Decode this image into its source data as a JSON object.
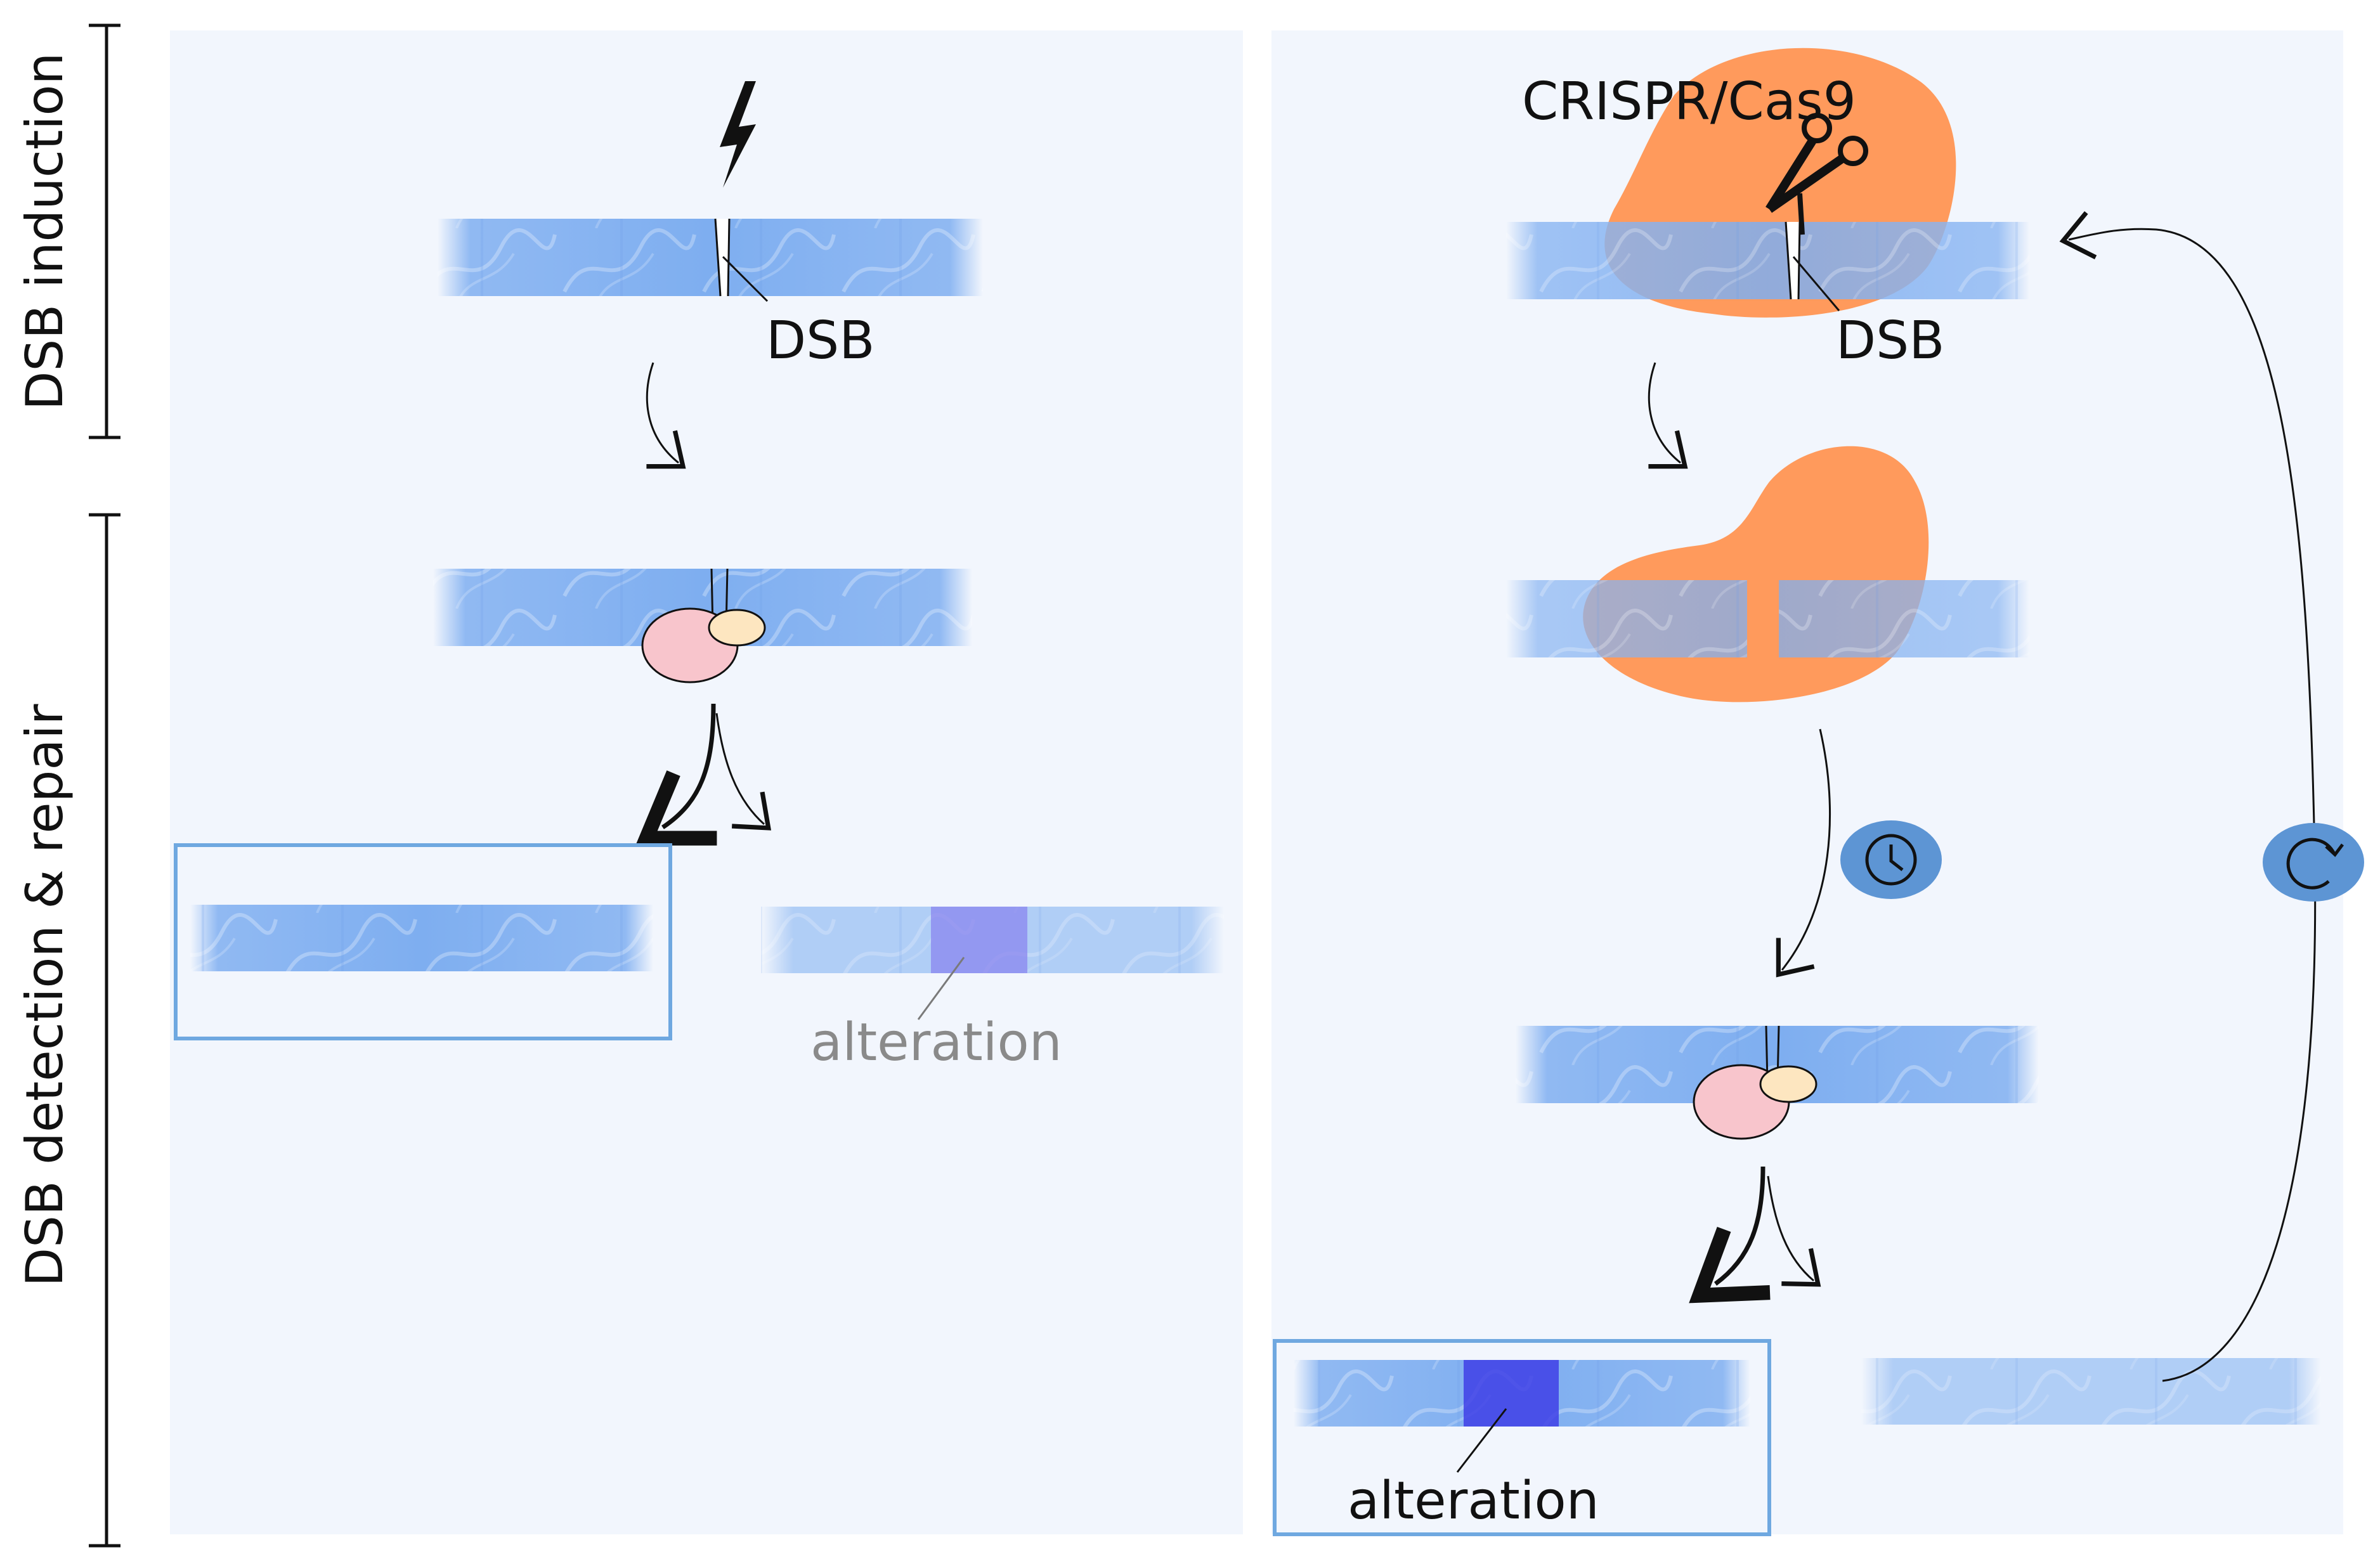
{
  "sections": {
    "induction": "DSB induction",
    "repair": "DSB detection & repair"
  },
  "labels": {
    "dsb_left": "DSB",
    "dsb_right": "DSB",
    "cas9": "CRISPR/Cas9",
    "alteration_left": "alteration",
    "alteration_right": "alteration"
  },
  "icons": {
    "induction_left": "lightning-bolt-icon",
    "induction_right": "scissors-icon",
    "delay": "clock-icon",
    "cycle": "refresh-icon"
  },
  "colors": {
    "panel_bg": "#f2f6fd",
    "dna": "#8bb6f2",
    "cas9": "#ff9a5c",
    "repair_protein_1": "#f8c5cc",
    "repair_protein_2": "#fde6c0",
    "alteration_faint": "#8a86ef",
    "alteration_strong": "#3f3fe6",
    "highlight_box": "#6fa8e0",
    "icon_circle": "#5d95d4"
  }
}
